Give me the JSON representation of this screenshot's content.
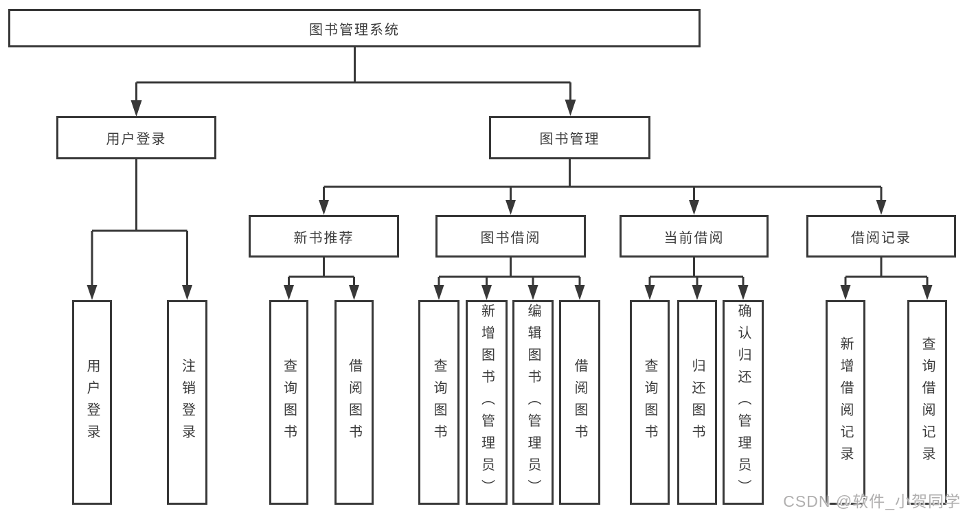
{
  "tree": {
    "label": "图书管理系统",
    "children": [
      {
        "label": "用户登录",
        "children": [
          {
            "label": "用户登录"
          },
          {
            "label": "注销登录"
          }
        ]
      },
      {
        "label": "图书管理",
        "children": [
          {
            "label": "新书推荐",
            "children": [
              {
                "label": "查询图书"
              },
              {
                "label": "借阅图书"
              }
            ]
          },
          {
            "label": "图书借阅",
            "children": [
              {
                "label": "查询图书"
              },
              {
                "label": "新增图书（管理员）"
              },
              {
                "label": "编辑图书（管理员）"
              },
              {
                "label": "借阅图书"
              }
            ]
          },
          {
            "label": "当前借阅",
            "children": [
              {
                "label": "查询图书"
              },
              {
                "label": "归还图书"
              },
              {
                "label": "确认归还（管理员）"
              }
            ]
          },
          {
            "label": "借阅记录",
            "children": [
              {
                "label": "新增借阅记录"
              },
              {
                "label": "查询借阅记录"
              }
            ]
          }
        ]
      }
    ]
  },
  "watermark": {
    "text": "CSDN @软件_小贺同学"
  },
  "colors": {
    "line": "#383838",
    "text": "#3c3c3c",
    "background": "#ffffff",
    "watermark": "#b0afaf"
  }
}
